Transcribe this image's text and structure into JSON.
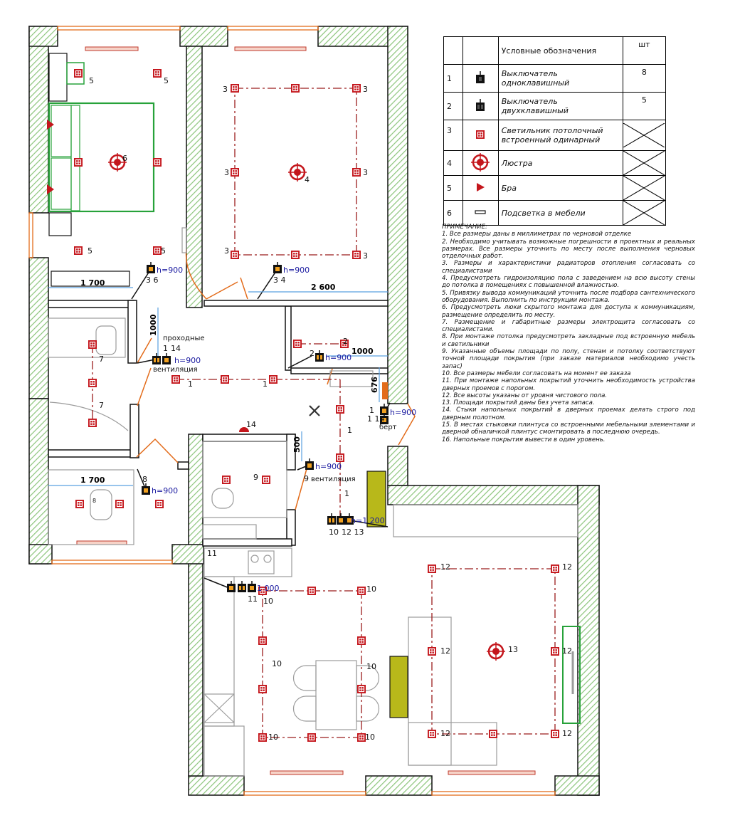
{
  "legend": {
    "header": {
      "num": "",
      "sym": "",
      "name": "Условные обозначения",
      "qty": "шт"
    },
    "rows": [
      {
        "num": "1",
        "name": "Выключатель одноклавишный",
        "qty": "8",
        "symbol_icon": "single-switch-icon"
      },
      {
        "num": "2",
        "name": "Выключатель двухклавишный",
        "qty": "5",
        "symbol_icon": "double-switch-icon"
      },
      {
        "num": "3",
        "name": "Светильник потолочный встроенный одинарный",
        "qty": "",
        "symbol_icon": "ceiling-light-icon"
      },
      {
        "num": "4",
        "name": "Люстра",
        "qty": "",
        "symbol_icon": "chandelier-icon"
      },
      {
        "num": "5",
        "name": "Бра",
        "qty": "",
        "symbol_icon": "sconce-icon"
      },
      {
        "num": "6",
        "name": "Подсветка в мебели",
        "qty": "",
        "symbol_icon": "furniture-light-icon"
      }
    ]
  },
  "notes": {
    "title": "ПРИМЕЧАНИЕ:",
    "items": [
      "1. Все размеры даны в миллиметрах по черновой отделке",
      "2. Необходимо учитывать возможные погрешности в проектных и реальных размерах. Все размеры уточнить по месту после выполнения черновых отделочных работ.",
      "3. Размеры и характеристики радиаторов отопления согласовать со специалистами",
      "4. Предусмотреть гидроизоляцию пола с заведением на всю высоту стены до потолка в помещениях с повышенной влажностью.",
      "5. Привязку вывода коммуникаций уточнить после подбора сантехнического оборудования. Выполнить по инструкции монтажа.",
      "6. Предусмотреть люки скрытого монтажа для доступа к коммуникациям, размещение определить по месту.",
      "7. Размещение и габаритные размеры электрощита согласовать со специалистами.",
      "8. При монтаже потолка предусмотреть закладные под встроенную мебель и светильники",
      "9. Указанные объемы площади по полу, стенам и потолку соответствуют точной площади покрытия (при заказе материалов необходимо учесть запас)",
      "10. Все размеры мебели согласовать на момент ее заказа",
      "11. При монтаже напольных покрытий уточнить необходимость устройства дверных проемов с порогом.",
      "12. Все высоты указаны от уровня чистового пола.",
      "13. Площади покрытий даны без учета запаса.",
      "14. Стыки напольных покрытий в дверных проемах делать строго под дверным полотном.",
      "15. В местах стыковки плинтуса со встроенными мебельными элементами и дверной обналичкой плинтус смонтировать в последнюю очередь.",
      "16. Напольные покрытия вывести в один уровень."
    ]
  },
  "plan": {
    "dimensions": {
      "d1700a": "1 700",
      "d2600": "2 600",
      "d1000v": "1000",
      "d1000h": "1000",
      "d676": "676",
      "d500": "500",
      "d1700b": "1 700"
    },
    "heights": {
      "h900": "h=900",
      "h1200": "h=1 200",
      "h1000": "1 000"
    },
    "texts": {
      "prohodnye": "проходные",
      "ventilation": "вентиляция",
      "ventilation2": "вентиляция",
      "bert": "берт"
    },
    "label_chars": [
      "1",
      "2",
      "3",
      "4",
      "5",
      "6",
      "7",
      "8",
      "9",
      "10",
      "11",
      "12",
      "13",
      "14",
      "3 4",
      "3 6",
      "12 13",
      "1 14"
    ]
  }
}
